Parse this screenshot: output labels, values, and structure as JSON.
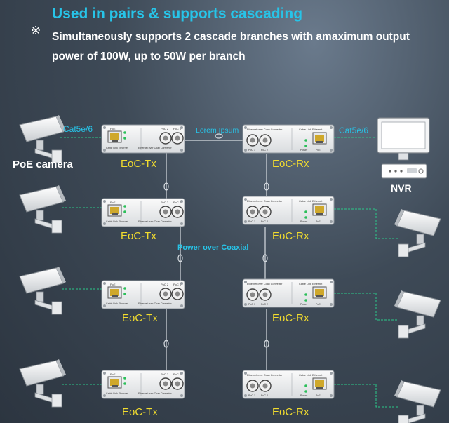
{
  "header": {
    "title": "Used in pairs & supports cascading",
    "mark": "※",
    "subtitle_line1": "Simultaneously supports 2 cascade branches with amaximum output",
    "subtitle_line2": "power of 100W, up to 50W per branch"
  },
  "labels": {
    "cable_left": "Cat5e/6",
    "cable_right": "Cat5e/6",
    "camera": "PoE camera",
    "nvr": "NVR",
    "lorem": "Lorem Ipsum",
    "power_coax": "Power over Coaxial"
  },
  "device_text": {
    "tx_side_label": "Cable Link  Ethernet",
    "tx_top_label": "Ethernet over Coax Converter",
    "rx_top_label": "Ethernet over Coax Converter",
    "rx_side_label": "Cable Link  Ethernet",
    "poe": "PoE",
    "pwr": "PWR",
    "poc1": "PoC 1",
    "poc2": "PoC 2",
    "power": "Power"
  },
  "tx_units": [
    {
      "label": "EoC-Tx"
    },
    {
      "label": "EoC-Tx"
    },
    {
      "label": "EoC-Tx"
    },
    {
      "label": "EoC-Tx"
    }
  ],
  "rx_units": [
    {
      "label": "EoC-Rx"
    },
    {
      "label": "EoC-Rx"
    },
    {
      "label": "EoC-Rx"
    },
    {
      "label": "EoC-Rx"
    }
  ],
  "colors": {
    "accent": "#27c4e8",
    "unit_label": "#f2dc2e",
    "cable": "#2bc98a",
    "coax": "#d8dde2"
  }
}
